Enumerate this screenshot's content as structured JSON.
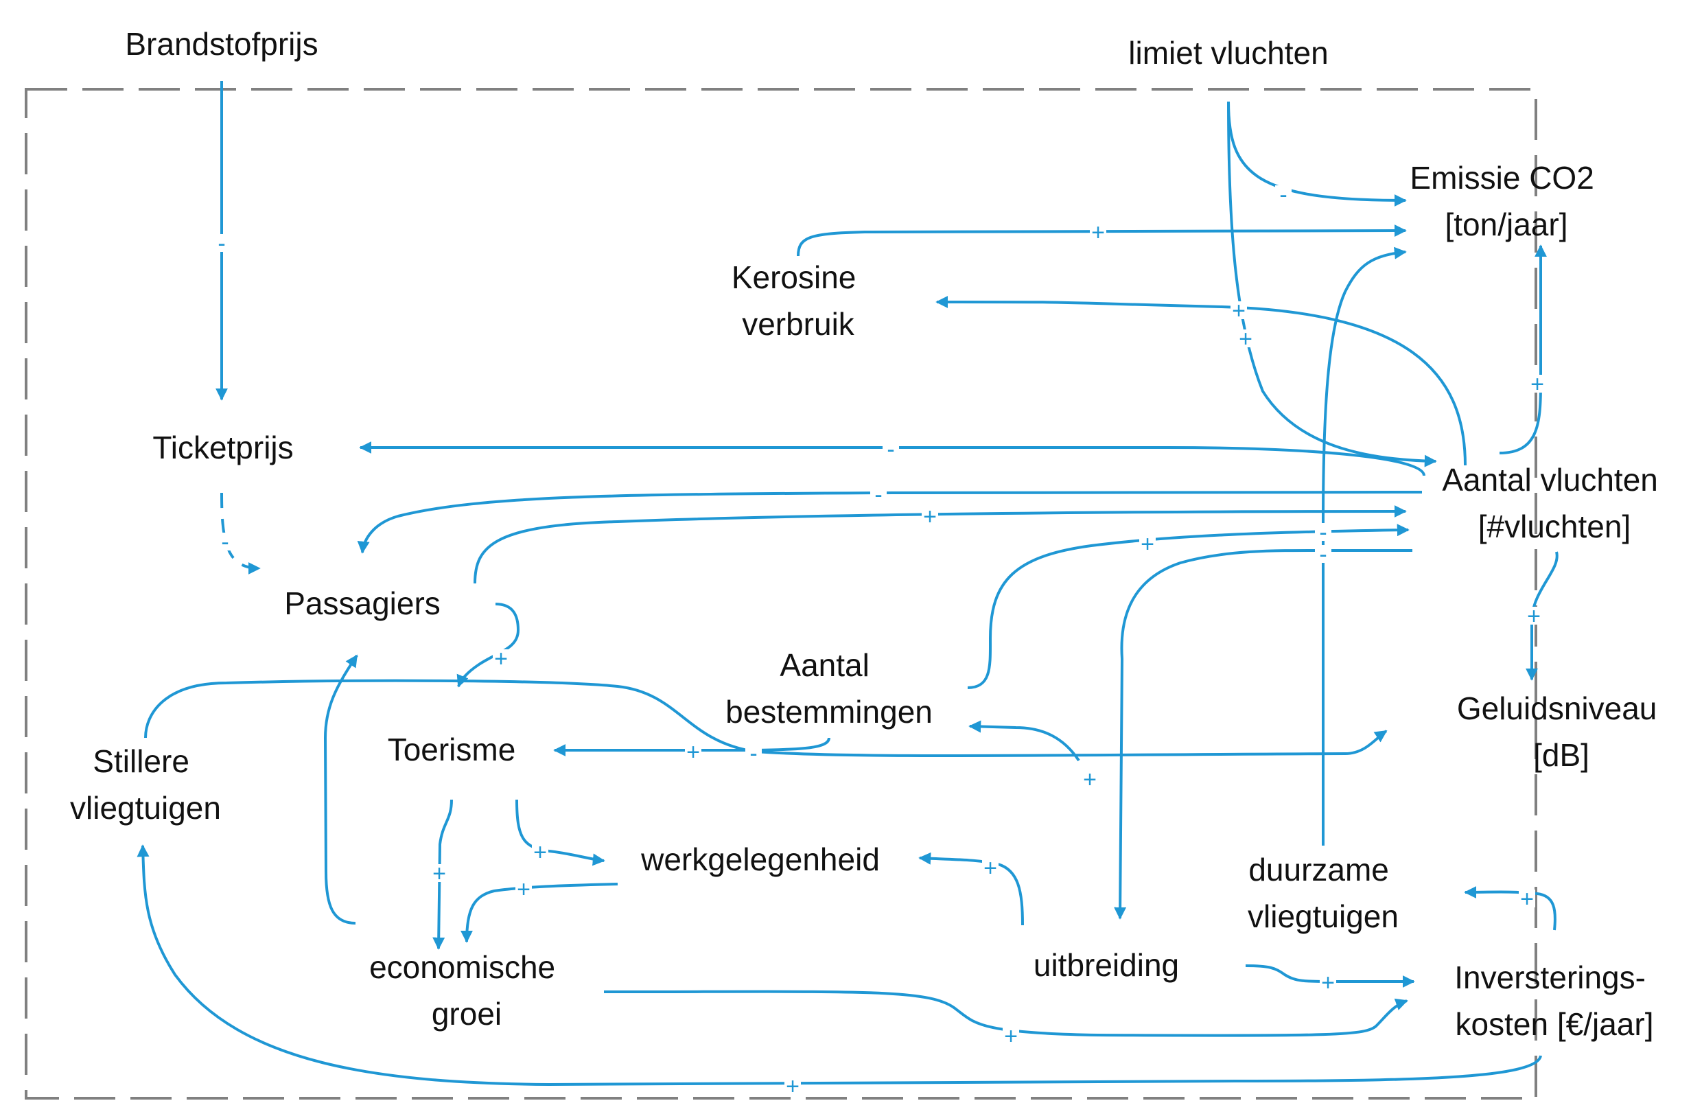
{
  "colors": {
    "arrow": "#1f97d4",
    "boundary": "#808080",
    "text": "#111111"
  },
  "nodes": {
    "brandstofprijs": [
      "Brandstofprijs"
    ],
    "limiet_vluchten": [
      "limiet vluchten"
    ],
    "emissie_co2": [
      "Emissie CO2",
      "[ton/jaar]"
    ],
    "kerosine_verbruik": [
      "Kerosine",
      "verbruik"
    ],
    "ticketprijs": [
      "Ticketprijs"
    ],
    "aantal_vluchten": [
      "Aantal vluchten",
      "[#vluchten]"
    ],
    "passagiers": [
      "Passagiers"
    ],
    "aantal_bestemmingen": [
      "Aantal",
      "bestemmingen"
    ],
    "geluidsniveau": [
      "Geluidsniveau",
      "[dB]"
    ],
    "stillere_vliegtuigen": [
      "Stillere",
      "vliegtuigen"
    ],
    "toerisme": [
      "Toerisme"
    ],
    "werkgelegenheid": [
      "werkgelegenheid"
    ],
    "duurzame_vliegtuigen": [
      "duurzame",
      "vliegtuigen"
    ],
    "economische_groei": [
      "economische",
      "groei"
    ],
    "uitbreiding": [
      "uitbreiding"
    ],
    "investeringskosten": [
      "Inversterings-",
      "kosten [€/jaar]"
    ]
  },
  "links": [
    {
      "from": "brandstofprijs",
      "to": "ticketprijs",
      "sign": "-"
    },
    {
      "from": "ticketprijs",
      "to": "passagiers",
      "sign": "-"
    },
    {
      "from": "limiet_vluchten",
      "to": "emissie_co2",
      "sign": "-"
    },
    {
      "from": "limiet_vluchten",
      "to": "aantal_vluchten",
      "sign": "+"
    },
    {
      "from": "kerosine_verbruik",
      "to": "emissie_co2",
      "sign": "+"
    },
    {
      "from": "aantal_vluchten",
      "to": "kerosine_verbruik",
      "sign": "+"
    },
    {
      "from": "aantal_vluchten",
      "to": "emissie_co2",
      "sign": "+"
    },
    {
      "from": "aantal_vluchten",
      "to": "ticketprijs",
      "sign": "-"
    },
    {
      "from": "aantal_vluchten",
      "to": "passagiers",
      "sign": "-"
    },
    {
      "from": "passagiers",
      "to": "aantal_vluchten",
      "sign": "+"
    },
    {
      "from": "aantal_bestemmingen",
      "to": "aantal_vluchten",
      "sign": "+"
    },
    {
      "from": "duurzame_vliegtuigen",
      "to": "emissie_co2",
      "sign": "-"
    },
    {
      "from": "aantal_vluchten",
      "to": "uitbreiding",
      "sign": "-"
    },
    {
      "from": "aantal_vluchten",
      "to": "geluidsniveau",
      "sign": "+"
    },
    {
      "from": "passagiers",
      "to": "toerisme",
      "sign": "+"
    },
    {
      "from": "aantal_bestemmingen",
      "to": "toerisme",
      "sign": "+"
    },
    {
      "from": "stillere_vliegtuigen",
      "to": "geluidsniveau",
      "sign": "-"
    },
    {
      "from": "uitbreiding",
      "to": "aantal_bestemmingen",
      "sign": "+"
    },
    {
      "from": "toerisme",
      "to": "economische_groei",
      "sign": "+"
    },
    {
      "from": "toerisme",
      "to": "werkgelegenheid",
      "sign": "+"
    },
    {
      "from": "werkgelegenheid",
      "to": "economische_groei",
      "sign": "+"
    },
    {
      "from": "uitbreiding",
      "to": "werkgelegenheid",
      "sign": "+"
    },
    {
      "from": "economische_groei",
      "to": "passagiers",
      "sign": ""
    },
    {
      "from": "investeringskosten",
      "to": "duurzame_vliegtuigen",
      "sign": "+"
    },
    {
      "from": "uitbreiding",
      "to": "investeringskosten",
      "sign": "+"
    },
    {
      "from": "economische_groei",
      "to": "investeringskosten",
      "sign": "+"
    },
    {
      "from": "investeringskosten",
      "to": "stillere_vliegtuigen",
      "sign": "+"
    }
  ]
}
